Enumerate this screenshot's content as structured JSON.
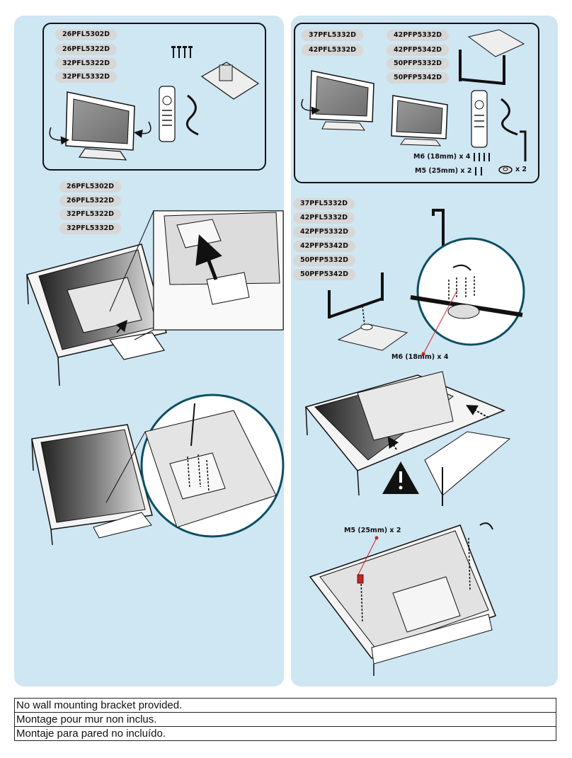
{
  "left": {
    "top_models": [
      "26PFL5302D",
      "26PFL5322D",
      "32PFL5322D",
      "32PFL5332D"
    ],
    "mid_models": [
      "26PFL5302D",
      "26PFL5322D",
      "32PFL5322D",
      "32PFL5332D"
    ]
  },
  "right": {
    "top_models_col1": [
      "37PFL5332D",
      "42PFL5332D"
    ],
    "top_models_col2": [
      "42PFP5332D",
      "42PFP5342D",
      "50PFP5332D",
      "50PFP5342D"
    ],
    "screw_m6_label": "M6 (18mm) x 4",
    "screw_m5_label": "M5 (25mm) x 2",
    "washer_label": "x 2",
    "mid_models": [
      "37PFL5332D",
      "42PFL5332D",
      "42PFP5332D",
      "42PFP5342D",
      "50PFP5332D",
      "50PFP5342D"
    ],
    "step_m6_label": "M6 (18mm) x 4",
    "step_m5_label": "M5 (25mm) x 2"
  },
  "footer": {
    "notes": [
      "No wall mounting bracket provided.",
      "Montage pour mur non inclus.",
      "Montaje para pared no incluído."
    ]
  },
  "colors": {
    "panel_bg": "#cfe6f3",
    "pill_bg": "#d7d7d7",
    "screen": "#8a8a8a",
    "callout_line": "#cc2222",
    "warning": "#111111"
  }
}
